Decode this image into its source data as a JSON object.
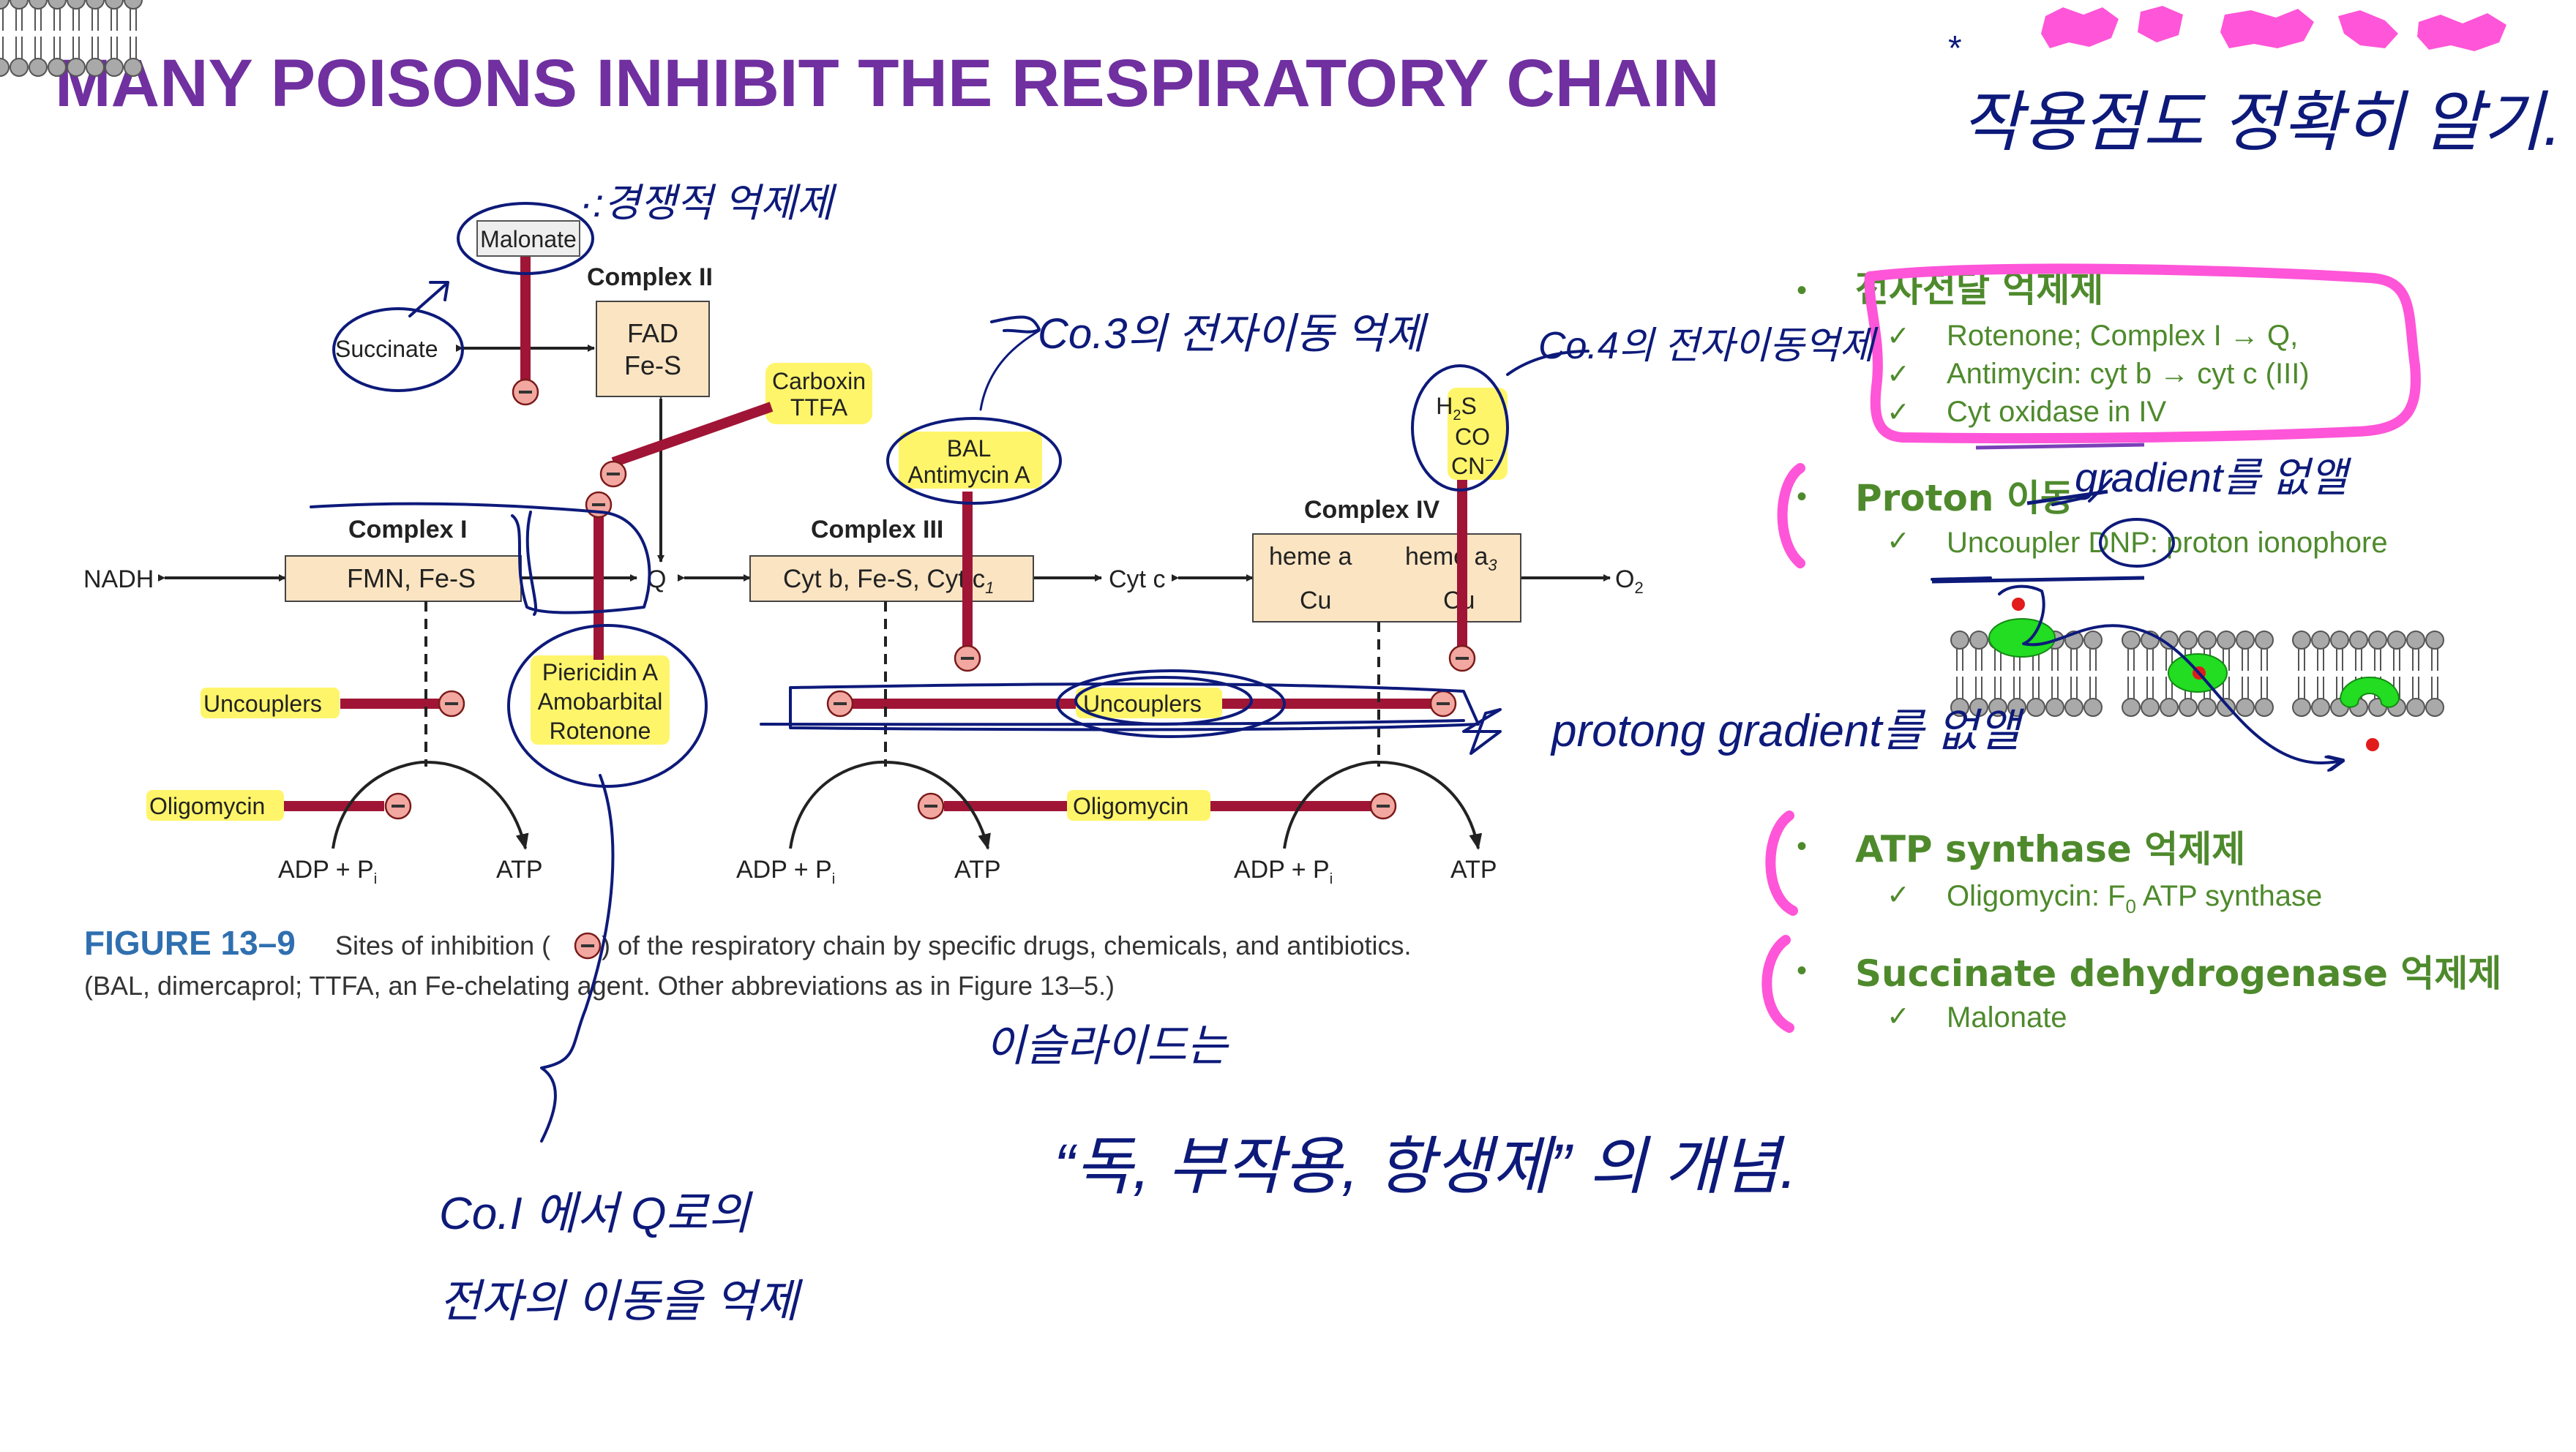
{
  "slide": {
    "title": "MANY POISONS INHIBIT THE RESPIRATORY CHAIN",
    "colors": {
      "title": "#7030A0",
      "green_text": "#4E8A2C",
      "inhibitor_bar": "#A01535",
      "complex_fill": "#FBE4C2",
      "yellow_highlight": "#FFF56A",
      "figure_label": "#2F6FB0",
      "pen_blue": "#0D1A7A",
      "pen_magenta": "#FF55D8"
    }
  },
  "figure": {
    "complexes": {
      "c1_title": "Complex I",
      "c1_body": "FMN, Fe-S",
      "c2_title": "Complex II",
      "c2_l1": "FAD",
      "c2_l2": "Fe-S",
      "c3_title": "Complex III",
      "c3_body": "Cyt b, Fe-S, Cyt c",
      "c4_title": "Complex IV",
      "c4_heme_a": "heme a",
      "c4_heme_a3": "heme a",
      "c4_cu1": "Cu",
      "c4_cu2": "Cu"
    },
    "carriers": {
      "nadh": "NADH",
      "q": "Q",
      "cytc": "Cyt c",
      "o2": "O",
      "succinate": "Succinate"
    },
    "inhibitors": {
      "malonate": "Malonate",
      "carboxin_1": "Carboxin",
      "carboxin_2": "TTFA",
      "bal": "BAL",
      "antimycin": "Antimycin A",
      "h2s": "H",
      "co": "CO",
      "cn": "CN",
      "piericidin": "Piericidin A",
      "amobarbital": "Amobarbital",
      "rotenone": "Rotenone",
      "uncouplers": "Uncouplers",
      "oligomycin": "Oligomycin"
    },
    "atp": {
      "adp": "ADP + P",
      "atp": "ATP"
    },
    "caption": {
      "label": "FIGURE 13–9",
      "text_1a": "Sites of inhibition (",
      "text_1b": ") of the respiratory chain by specific drugs, chemicals, and antibiotics.",
      "text_2": "(BAL, dimercaprol; TTFA, an Fe-chelating agent. Other abbreviations as in Figure 13–5.)"
    }
  },
  "notes": {
    "sections": [
      {
        "heading": "전자전달 억제제",
        "items": [
          "Rotenone; Complex I → Q,",
          "Antimycin: cyt b → cyt c (III)",
          "Cyt oxidase in IV"
        ]
      },
      {
        "heading": "Proton 이동",
        "items": [
          "Uncoupler DNP: proton ionophore"
        ]
      },
      {
        "heading": "ATP synthase 억제제",
        "items": [
          "Oligomycin: F",
          "ATP synthase"
        ]
      },
      {
        "heading": "Succinate dehydrogenase 억제제",
        "items": [
          "Malonate"
        ]
      }
    ],
    "bullet": "•",
    "check": "✓"
  },
  "handwriting": {
    "competitive": "·:경쟁적 억제제",
    "top_right": "작용점도 정확히 알기.",
    "co3": "Co.3의 전자이동 억제",
    "co4": "Co.4의 전자이동억제",
    "gradient_top": "gradient를 없앨",
    "gradient_mid": "protong gradient를 없앨",
    "slide_concept": "이슬라이드는",
    "concept_quote": "“독, 부작용, 항생제” 의 개념.",
    "co1_line1": "Co.I 에서 Q로의",
    "co1_line2": "전자의 이동을 억제"
  }
}
